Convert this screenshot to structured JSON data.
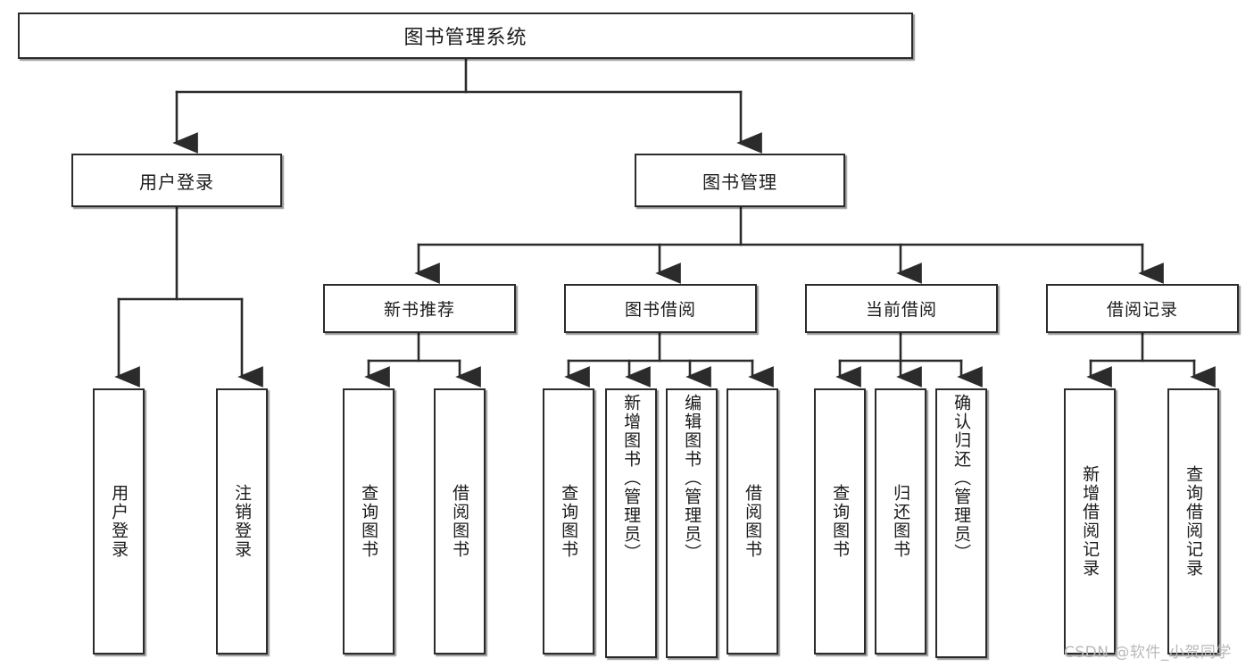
{
  "diagram": {
    "type": "tree",
    "title": "图书管理系统",
    "orientation": "top-down",
    "colors": {
      "box_border": "#2b2b2b",
      "box_fill": "#ffffff",
      "connector": "#2b2b2b",
      "text": "#1b1b1b",
      "watermark": "#b9b9b9",
      "background": "#ffffff"
    }
  },
  "root": {
    "label": "图书管理系统"
  },
  "level1": [
    {
      "label": "用户登录"
    },
    {
      "label": "图书管理"
    }
  ],
  "level2": [
    {
      "label": "新书推荐"
    },
    {
      "label": "图书借阅"
    },
    {
      "label": "当前借阅"
    },
    {
      "label": "借阅记录"
    }
  ],
  "leaves": {
    "user_login": [
      {
        "label": "用户登录"
      },
      {
        "label": "注销登录"
      }
    ],
    "new_book_recommend": [
      {
        "label": "查询图书"
      },
      {
        "label": "借阅图书"
      }
    ],
    "book_borrow": [
      {
        "label": "查询图书"
      },
      {
        "label": "新增图书（管理员）"
      },
      {
        "label": "编辑图书（管理员）"
      },
      {
        "label": "借阅图书"
      }
    ],
    "current_borrow": [
      {
        "label": "查询图书"
      },
      {
        "label": "归还图书"
      },
      {
        "label": "确认归还（管理员）"
      }
    ],
    "borrow_record": [
      {
        "label": "新增借阅记录"
      },
      {
        "label": "查询借阅记录"
      }
    ]
  },
  "watermark": {
    "text": "CSDN @软件_小贺同学"
  }
}
